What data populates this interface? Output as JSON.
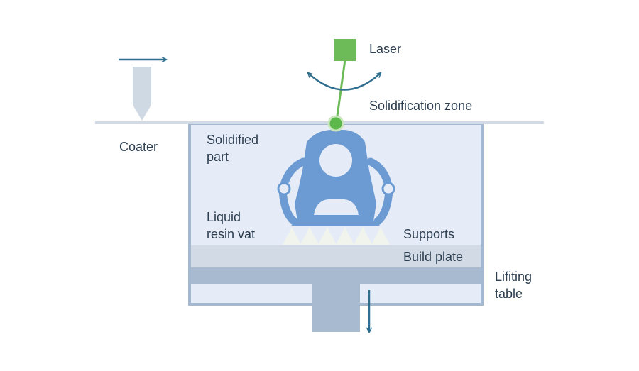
{
  "labels": {
    "laser": "Laser",
    "solidification_zone": "Solidification zone",
    "coater": "Coater",
    "solidified_part_line1": "Solidified",
    "solidified_part_line2": "part",
    "liquid_resin_line1": "Liquid",
    "liquid_resin_line2": "resin vat",
    "supports": "Supports",
    "build_plate": "Build plate",
    "lifting_table_line1": "Lifiting",
    "lifting_table_line2": "table"
  },
  "colors": {
    "laser_green": "#6dbb58",
    "laser_spot": "#5cb84a",
    "part_blue": "#6b9bd2",
    "resin_fill": "#e6ecf7",
    "vat_border": "#a3b9d1",
    "coater_gray": "#cfd9e3",
    "build_plate": "#d2dae5",
    "lifting_table": "#a7bad0",
    "supports": "#f0f4ec",
    "arrow_blue": "#2f6e8e",
    "text": "#2c3e50"
  },
  "icons": {
    "coater_direction": "arrow-right-icon",
    "laser_sweep": "curved-double-arrow-icon",
    "table_direction": "arrow-down-icon"
  }
}
